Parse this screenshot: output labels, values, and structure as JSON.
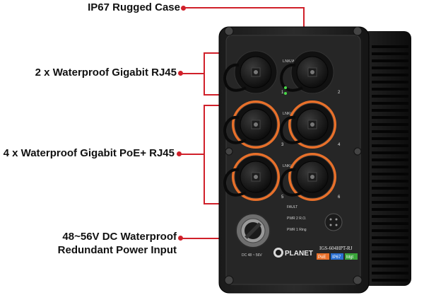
{
  "callouts": {
    "ip67": "IP67 Rugged Case",
    "rj45": "2 x Waterproof Gigabit RJ45",
    "poe": "4 x Waterproof Gigabit PoE+ RJ45",
    "power_line1": "48~56V DC Waterproof",
    "power_line2": "Redundant Power Input"
  },
  "device": {
    "port_label": "LNK/ACT",
    "port_numbers": [
      "1",
      "2",
      "3",
      "4",
      "5",
      "6"
    ],
    "model": "IGS-604HPT-RJ",
    "brand": "PLANET",
    "badges": [
      "PoE",
      "IP67",
      "Mgt"
    ],
    "led_fault": "FAULT",
    "led_pwr2": "PWR 2  R.O.",
    "led_pwr1": "PWR 1  Ring",
    "power_label": "DC 48 ~ 56V"
  },
  "colors": {
    "callout_red": "#d0202a",
    "orange_ring": "#e8702a",
    "badge_poe": "#e8702a",
    "badge_ip67": "#2a6fd0",
    "badge_mgt": "#3aa53a"
  }
}
